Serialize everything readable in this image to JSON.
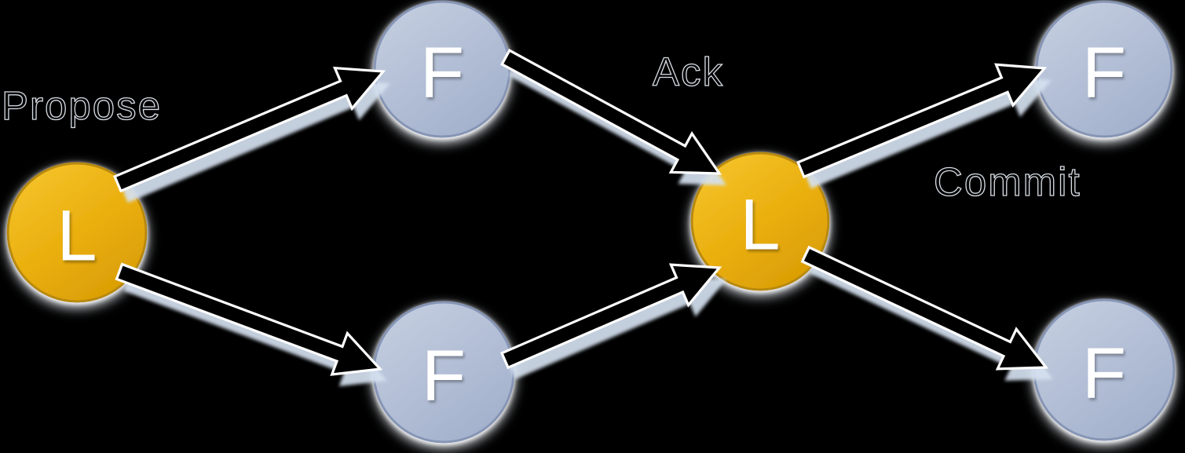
{
  "diagram": {
    "description": "Leader-follower consensus message flow: Propose, Ack, Commit",
    "phase_labels": {
      "propose": "Propose",
      "ack": "Ack",
      "commit": "Commit"
    },
    "nodes": [
      {
        "id": "leader-1",
        "label": "L",
        "role": "leader"
      },
      {
        "id": "follower-top-left",
        "label": "F",
        "role": "follower"
      },
      {
        "id": "follower-bottom-left",
        "label": "F",
        "role": "follower"
      },
      {
        "id": "leader-2",
        "label": "L",
        "role": "leader"
      },
      {
        "id": "follower-top-right",
        "label": "F",
        "role": "follower"
      },
      {
        "id": "follower-bottom-right",
        "label": "F",
        "role": "follower"
      }
    ],
    "edges": [
      {
        "from": "leader-1",
        "to": "follower-top-left",
        "phase": "Propose"
      },
      {
        "from": "leader-1",
        "to": "follower-bottom-left",
        "phase": "Propose"
      },
      {
        "from": "follower-top-left",
        "to": "leader-2",
        "phase": "Ack"
      },
      {
        "from": "follower-bottom-left",
        "to": "leader-2",
        "phase": "Ack"
      },
      {
        "from": "leader-2",
        "to": "follower-top-right",
        "phase": "Commit"
      },
      {
        "from": "leader-2",
        "to": "follower-bottom-right",
        "phase": "Commit"
      }
    ],
    "colors": {
      "background": "#000000",
      "leader": {
        "fill_top": "#f5c42c",
        "fill_mid": "#e9ad0b",
        "fill_bottom": "#d79b04",
        "border": "#b8890d"
      },
      "follower": {
        "fill_top": "#c4cee0",
        "fill_bottom": "#a1afcb",
        "border": "#8695b5"
      },
      "node_letter": "#ffffff",
      "arrow": {
        "fill": "#000000",
        "outline": "#ffffff",
        "shadow": "#d5e1f0"
      },
      "phase_label": {
        "fill": "#000000",
        "outline": "#d7dde4"
      }
    }
  }
}
